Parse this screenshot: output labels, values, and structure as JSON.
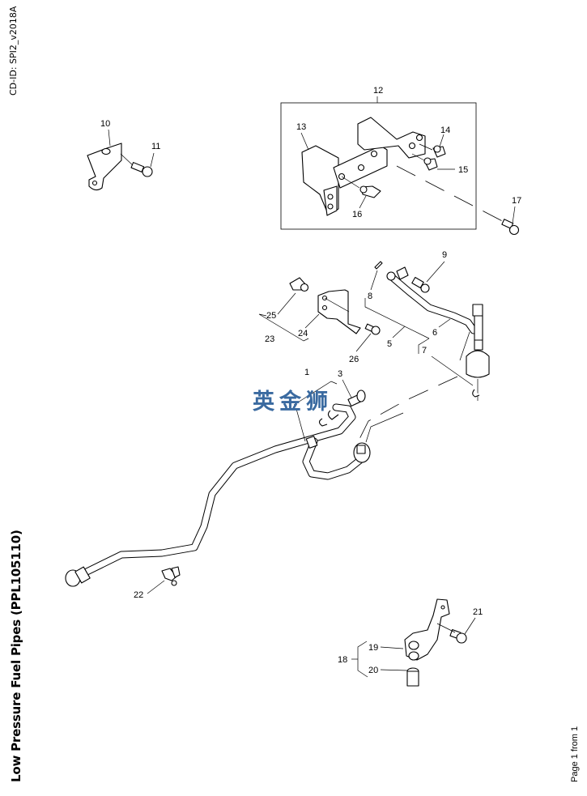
{
  "header": {
    "cd_id": "CD-ID: SPI2_v2018A"
  },
  "footer": {
    "title": "Low Pressure Fuel Pipes (PPL105110)",
    "page": "Page 1 from 1"
  },
  "watermark": "英金狮",
  "colors": {
    "watermark": "#3a6aa0",
    "line": "#000000",
    "background": "#ffffff"
  },
  "callouts": {
    "c1": "1",
    "c3": "3",
    "c5": "5",
    "c6": "6",
    "c7": "7",
    "c8": "8",
    "c9": "9",
    "c10": "10",
    "c11": "11",
    "c12": "12",
    "c13": "13",
    "c14": "14",
    "c15": "15",
    "c16": "16",
    "c17": "17",
    "c18": "18",
    "c19": "19",
    "c20": "20",
    "c21": "21",
    "c22": "22",
    "c23": "23",
    "c24": "24",
    "c25": "25",
    "c26": "26"
  }
}
